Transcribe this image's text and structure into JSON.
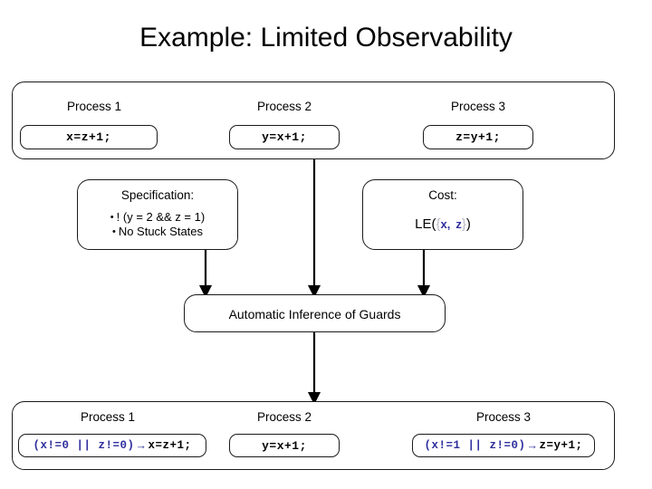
{
  "slide": {
    "title": "Example: Limited Observability"
  },
  "top_processes": {
    "label_1": "Process 1",
    "label_2": "Process 2",
    "label_3": "Process 3",
    "code_1": "x=z+1;",
    "code_2": "y=x+1;",
    "code_3": "z=y+1;"
  },
  "specification": {
    "title": "Specification:",
    "bullet_1": "! (y = 2 && z = 1)",
    "bullet_2": "No Stuck States",
    "bullet_glyph": "•"
  },
  "cost": {
    "title": "Cost:",
    "prefix": "LE(",
    "open_brace": "{",
    "var_1": "x,",
    "var_2": "z",
    "close_brace": "}",
    "suffix": ")"
  },
  "middle": {
    "label": "Automatic Inference of Guards"
  },
  "bottom_processes": {
    "label_1": "Process 1",
    "label_2": "Process 2",
    "label_3": "Process 3",
    "guard_1": "(x!=0 || z!=0)",
    "arrow_1": "→",
    "stmt_1": "x=z+1;",
    "code_2": "y=x+1;",
    "guard_3": "(x!=1 || z!=0)",
    "arrow_3": "→",
    "stmt_3": "z=y+1;"
  },
  "colors": {
    "guard_blue": "#2f2f9e",
    "brace_gray": "#b9b9c6",
    "outline": "#1a1a1a",
    "background": "#ffffff"
  }
}
